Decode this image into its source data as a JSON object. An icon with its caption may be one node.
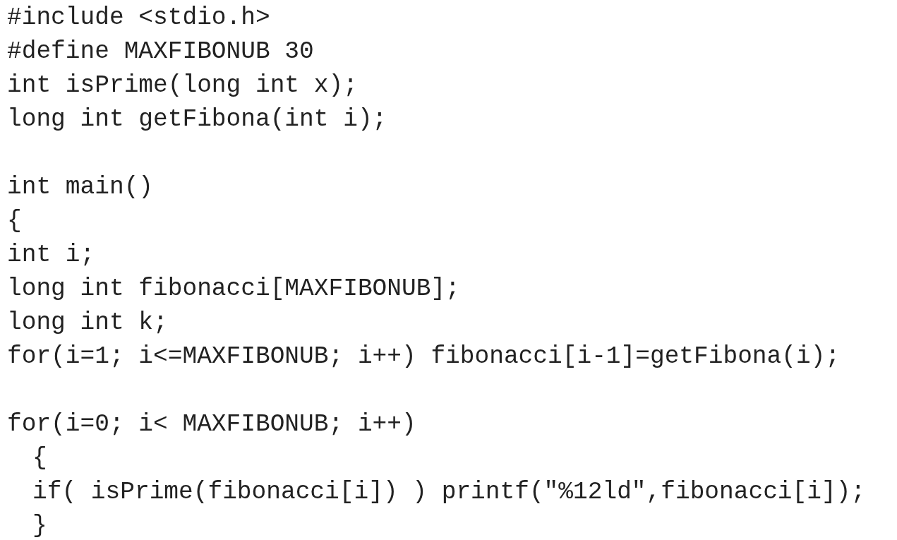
{
  "diagram": {
    "labels": [
      "#include <stdio.h>",
      "#define MAXFIBONUB 30",
      "int isPrime(long int x);",
      "long int getFibona(int i);",
      "int main()",
      "{",
      "int i;",
      "long int fibonacci[MAXFIBONUB];",
      "long int k;",
      "for(i=1; i<=MAXFIBONUB; i++) fibonacci[i-1]=getFibona(i);",
      "for(i=0; i< MAXFIBONUB; i++)",
      "{",
      "if( isPrime(fibonacci[i]) ) printf(\"%12ld\",fibonacci[i]);",
      "}"
    ]
  }
}
